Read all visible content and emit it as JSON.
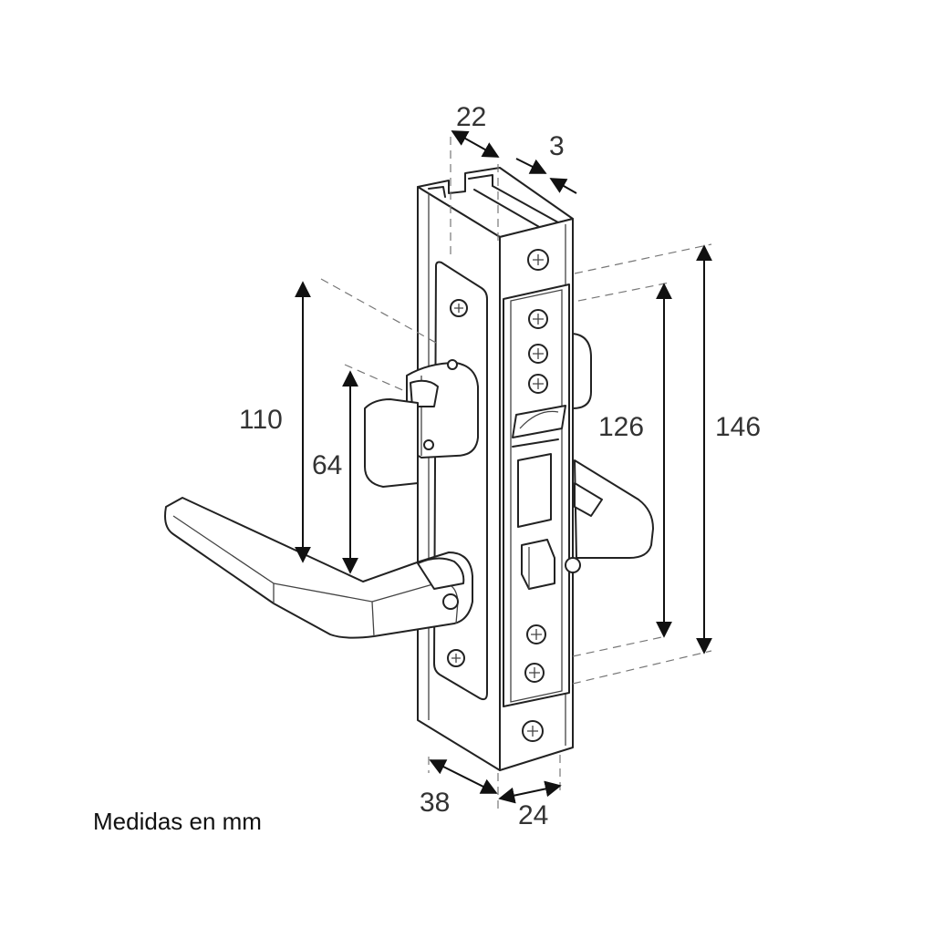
{
  "diagram": {
    "dimensions": {
      "d22": "22",
      "d3": "3",
      "d110": "110",
      "d64": "64",
      "d126": "126",
      "d146": "146",
      "d38": "38",
      "d24": "24"
    },
    "note": "Medidas en mm"
  },
  "colors": {
    "line": "#222222",
    "text": "#333333",
    "background": "#ffffff"
  }
}
